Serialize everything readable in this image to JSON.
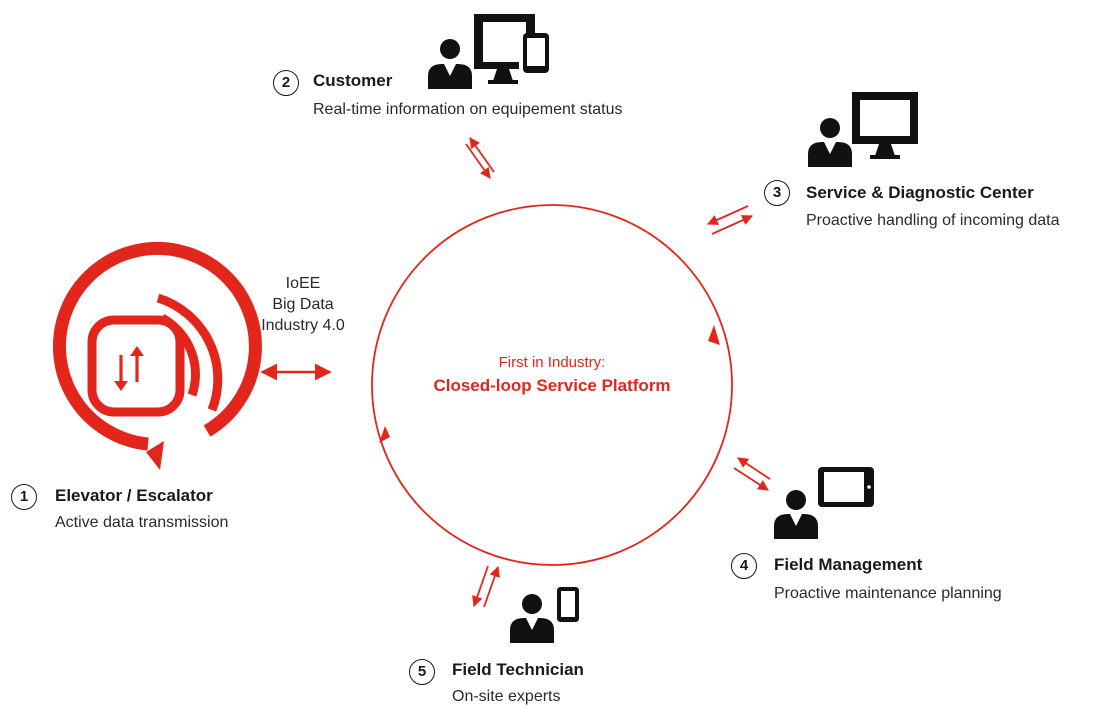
{
  "colors": {
    "accent": "#e3261c",
    "icon": "#111111",
    "text": "#222222"
  },
  "platform": {
    "line1": "First in Industry:",
    "line2": "Closed-loop Service Platform"
  },
  "technologies": [
    "IoEE",
    "Big Data",
    "Industry 4.0"
  ],
  "nodes": [
    {
      "num": "1",
      "title": "Elevator / Escalator",
      "desc": "Active data transmission",
      "icon": "elevator-signal-icon"
    },
    {
      "num": "2",
      "title": "Customer",
      "desc": "Real-time information on equipement status",
      "icon": "person-desktop-phone-icon"
    },
    {
      "num": "3",
      "title": "Service & Diagnostic Center",
      "desc": "Proactive handling of incoming data",
      "icon": "person-monitor-icon"
    },
    {
      "num": "4",
      "title": "Field Management",
      "desc": "Proactive maintenance planning",
      "icon": "person-tablet-icon"
    },
    {
      "num": "5",
      "title": "Field Technician",
      "desc": "On-site experts",
      "icon": "person-phone-icon"
    }
  ]
}
